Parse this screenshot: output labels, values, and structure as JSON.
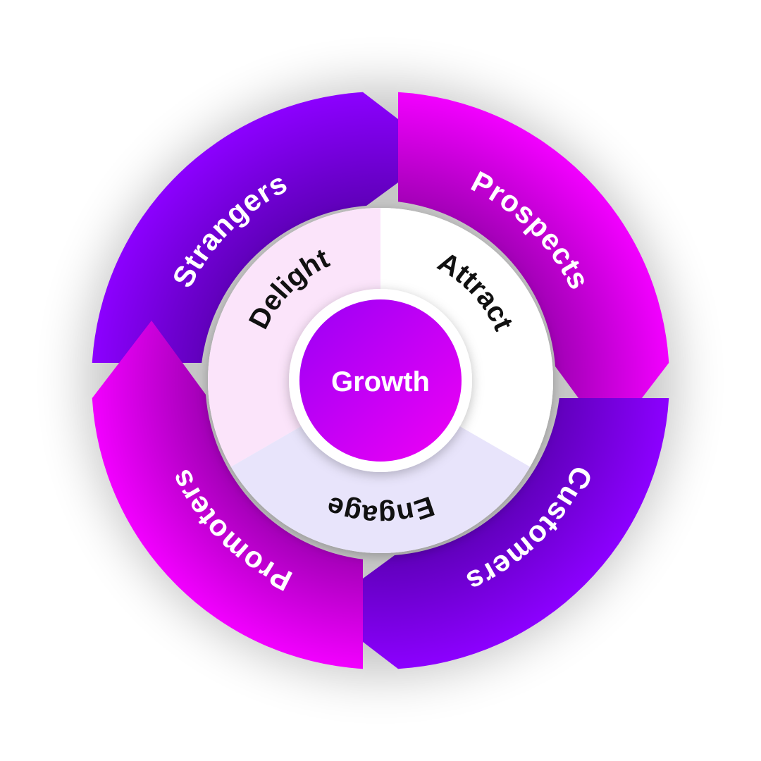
{
  "diagram": {
    "center": {
      "label": "Growth"
    },
    "stages": [
      {
        "label": "Delight",
        "color": "#fbe4fa"
      },
      {
        "label": "Attract",
        "color": "#ffffff"
      },
      {
        "label": "Engage",
        "color": "#e8e4fb"
      }
    ],
    "ring": [
      {
        "label": "Strangers",
        "color_outer": "#8c00ff",
        "color_inner": "#5e00b8"
      },
      {
        "label": "Prospects",
        "color_outer": "#f200ff",
        "color_inner": "#a000b4"
      },
      {
        "label": "Customers",
        "color_outer": "#8c00ff",
        "color_inner": "#5e00b8"
      },
      {
        "label": "Promoters",
        "color_outer": "#f200ff",
        "color_inner": "#a000b4"
      }
    ]
  }
}
